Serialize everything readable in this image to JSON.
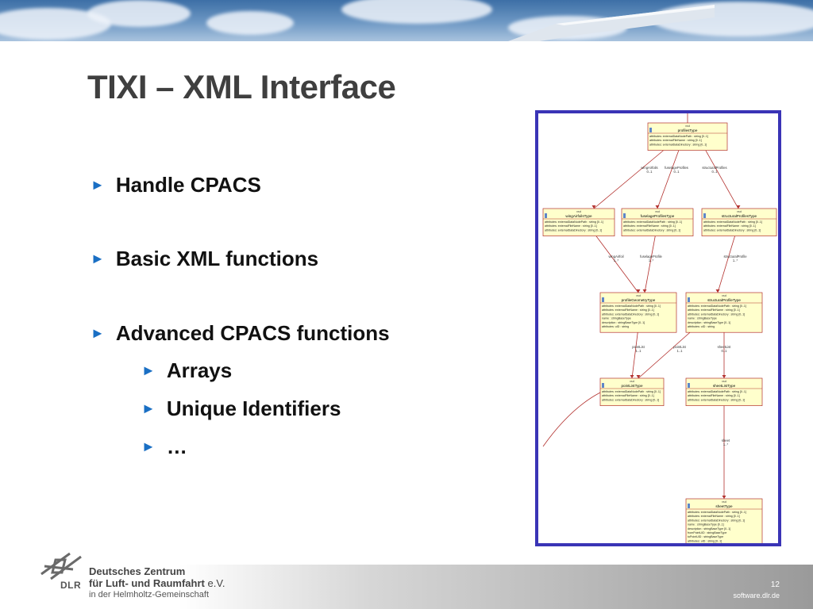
{
  "slide": {
    "title": "TIXI – XML Interface",
    "bullets": [
      {
        "text": "Handle CPACS",
        "level": 1
      },
      {
        "text": "Basic XML functions",
        "level": 1
      },
      {
        "text": "Advanced CPACS functions",
        "level": 1
      },
      {
        "text": "Arrays",
        "level": 2
      },
      {
        "text": "Unique Identifiers",
        "level": 2
      },
      {
        "text": "…",
        "level": 2
      }
    ],
    "bullet_glyph": "►"
  },
  "diagram": {
    "xsd_tag": "xsd",
    "nodes": [
      {
        "name": "profilesType",
        "attrs": [
          "attributes: externalDataNodePath : string [0..1]",
          "attributes: externalFileName : string [0..1]",
          "attributes: externalDataDirectory : string [0..1]"
        ]
      },
      {
        "name": "wingAirfoilsType",
        "attrs": [
          "attributes: externalDataNodePath : string [0..1]",
          "attributes: externalFileName : string [0..1]",
          "attributes: externalDataDirectory : string [0..1]"
        ]
      },
      {
        "name": "fuselageProfilesType",
        "attrs": [
          "attributes: externalDataNodePath : string [0..1]",
          "attributes: externalFileName : string [0..1]",
          "attributes: externalDataDirectory : string [0..1]"
        ]
      },
      {
        "name": "structuralProfilesType",
        "attrs": [
          "attributes: externalDataNodePath : string [0..1]",
          "attributes: externalFileName : string [0..1]",
          "attributes: externalDataDirectory : string [0..1]"
        ]
      },
      {
        "name": "profileGeometryType",
        "attrs": [
          "attributes: externalDataNodePath : string [0..1]",
          "attributes: externalFileName : string [0..1]",
          "attributes: externalDataDirectory : string [0..1]",
          "name : stringBaseType",
          "description : stringBaseType [0..1]",
          "attributes: uID : string"
        ]
      },
      {
        "name": "structuralProfileType",
        "attrs": [
          "attributes: externalDataNodePath : string [0..1]",
          "attributes: externalFileName : string [0..1]",
          "attributes: externalDataDirectory : string [0..1]",
          "name : stringBaseType",
          "description : stringBaseType [0..1]",
          "attributes: uID : string"
        ]
      },
      {
        "name": "pointListType",
        "attrs": [
          "attributes: externalDataNodePath : string [0..1]",
          "attributes: externalFileName : string [0..1]",
          "attributes: externalDataDirectory : string [0..1]"
        ]
      },
      {
        "name": "sheetListType",
        "attrs": [
          "attributes: externalDataNodePath : string [0..1]",
          "attributes: externalFileName : string [0..1]",
          "attributes: externalDataDirectory : string [0..1]"
        ]
      },
      {
        "name": "sheetType",
        "attrs": [
          "attributes: externalDataNodePath : string [0..1]",
          "attributes: externalFileName : string [0..1]",
          "attributes: externalDataDirectory : string [0..1]",
          "name : stringBaseType [0..1]",
          "description : stringBaseType [0..1]",
          "fromPointUID : stringBaseType",
          "toPointUID : stringBaseType",
          "attributes: uID : string [0..1]"
        ]
      }
    ],
    "edges": [
      {
        "label": "wingAirfoils",
        "mult": "0..1"
      },
      {
        "label": "fuselageProfiles",
        "mult": "0..1"
      },
      {
        "label": "structuralProfiles",
        "mult": "0..1"
      },
      {
        "label": "wingAirfoil",
        "mult": "1..*"
      },
      {
        "label": "fuselageProfile",
        "mult": "1..*"
      },
      {
        "label": "structuralProfile",
        "mult": "1..*"
      },
      {
        "label": "pointList",
        "mult": "1..1"
      },
      {
        "label": "pointList",
        "mult": "1..1"
      },
      {
        "label": "sheetList",
        "mult": "0..1"
      },
      {
        "label": "sheet",
        "mult": "1..*"
      }
    ]
  },
  "footer": {
    "logo_text": "DLR",
    "org_line1": "Deutsches Zentrum",
    "org_line2": "für Luft- und Raumfahrt",
    "org_ev": "e.V.",
    "org_line3": "in der Helmholtz-Gemeinschaft",
    "page_number": "12",
    "website": "software.dlr.de"
  },
  "colors": {
    "title": "#3f3f3f",
    "bullet_arrow": "#1a6fc4",
    "frame_border": "#3a34b6",
    "node_fill": "#ffffcc",
    "node_border": "#b3312e",
    "edge": "#b3312e"
  }
}
